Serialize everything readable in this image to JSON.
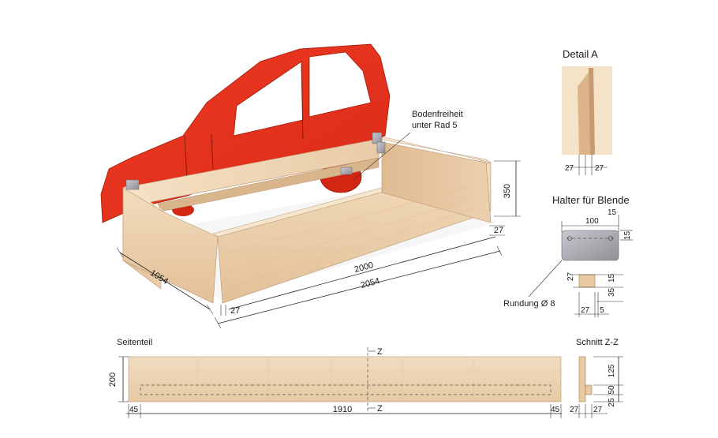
{
  "labels": {
    "ground_clearance_line1": "Bodenfreiheit",
    "ground_clearance_line2": "unter Rad 5",
    "detail_a": "Detail A",
    "holder_title": "Halter für Blende",
    "rounding": "Rundung Ø 8",
    "side_part": "Seitenteil",
    "section": "Schnitt Z-Z",
    "section_mark_top": "Z",
    "section_mark_bottom": "Z"
  },
  "dimensions": {
    "main_width": "1054",
    "main_inner_length": "2000",
    "main_outer_length": "2054",
    "main_height": "350",
    "main_board_right": "27",
    "main_board_left": "27",
    "detail_a_left": "27",
    "detail_a_right": "27",
    "holder_width": "100",
    "holder_hole_top": "15",
    "holder_hole_right": "15",
    "small_left": "27",
    "small_top": "15",
    "small_height": "35",
    "small_bottom_width": "27",
    "small_bottom_gap": "5",
    "side_height": "200",
    "side_length": "1910",
    "side_left_offset": "45",
    "side_right_offset": "45",
    "section_top": "125",
    "section_mid": "50",
    "section_bottom": "25",
    "section_width_left": "27",
    "section_width_right": "27"
  },
  "colors": {
    "wood_light": "#f2dcc0",
    "wood_mid": "#e8c9a6",
    "wood_dark": "#d8b48c",
    "car_red": "#e8301e",
    "car_red_dark": "#b8220f",
    "metal": "#a9a9b0"
  }
}
